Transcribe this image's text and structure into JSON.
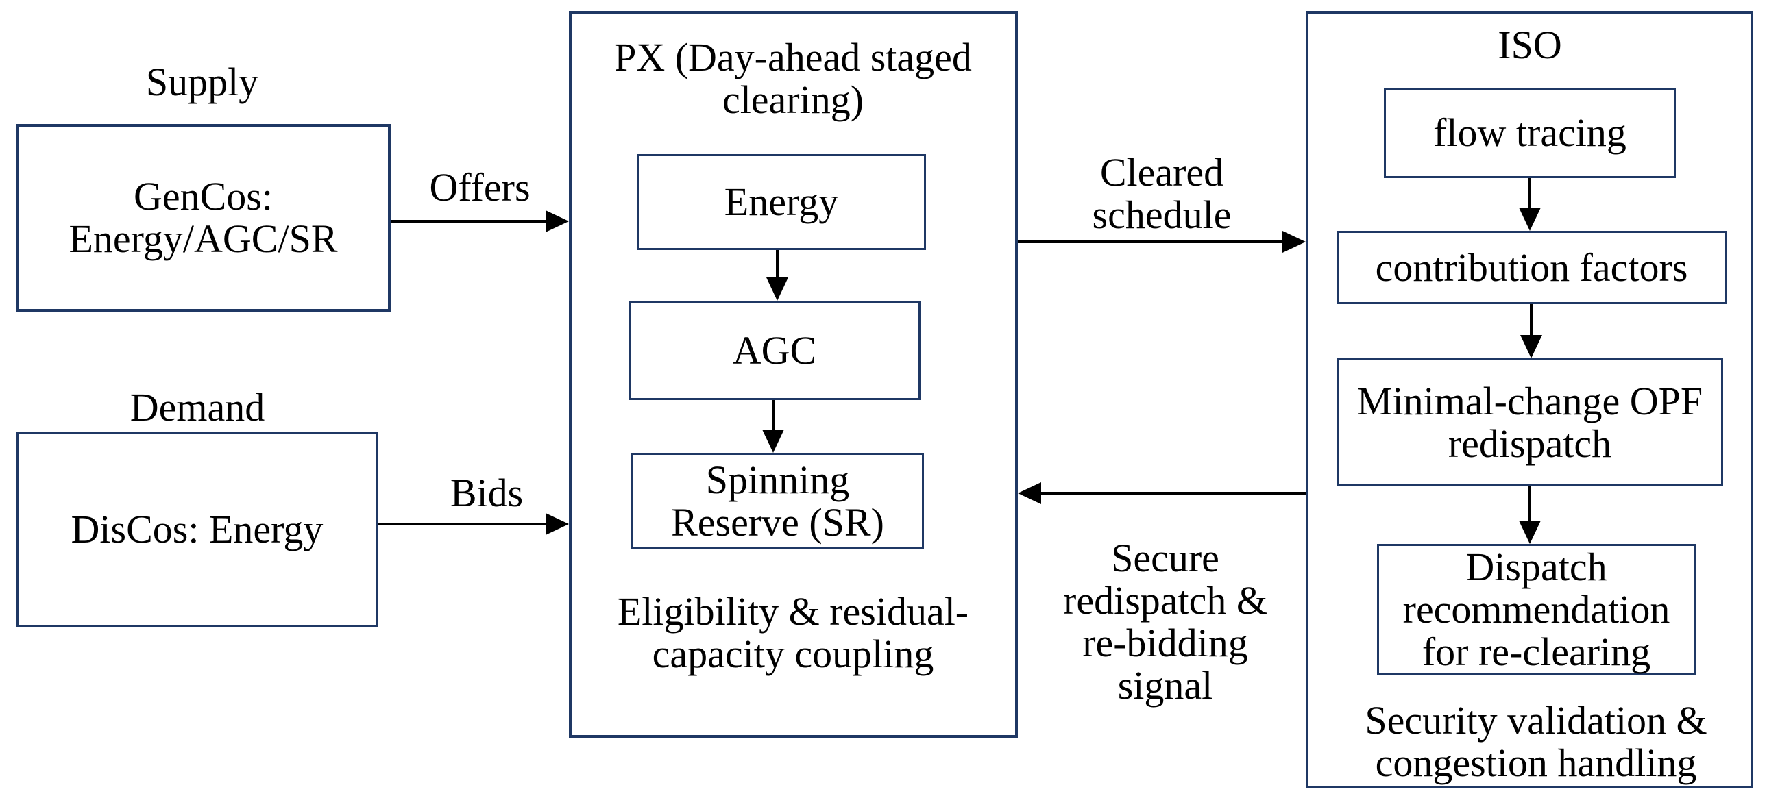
{
  "diagram": {
    "colors": {
      "box_border": "#1f3864",
      "arrow": "#000000",
      "text": "#000000",
      "background": "#ffffff"
    },
    "supply": {
      "label": "Supply",
      "box": "GenCos:\nEnergy/AGC/SR"
    },
    "demand": {
      "label": "Demand",
      "box": "DisCos: Energy"
    },
    "flows": {
      "offers": "Offers",
      "bids": "Bids",
      "cleared_schedule": "Cleared\nschedule",
      "secure_redispatch": "Secure\nredispatch &\nre-bidding\nsignal"
    },
    "px": {
      "title": "PX (Day-ahead staged\nclearing)",
      "stages": [
        "Energy",
        "AGC",
        "Spinning\nReserve (SR)"
      ],
      "note": "Eligibility & residual-\ncapacity coupling"
    },
    "iso": {
      "title": "ISO",
      "steps": [
        "flow tracing",
        "contribution factors",
        "Minimal-change OPF\nredispatch",
        "Dispatch\nrecommendation\nfor re-clearing"
      ],
      "note": "Security validation &\ncongestion handling"
    }
  }
}
